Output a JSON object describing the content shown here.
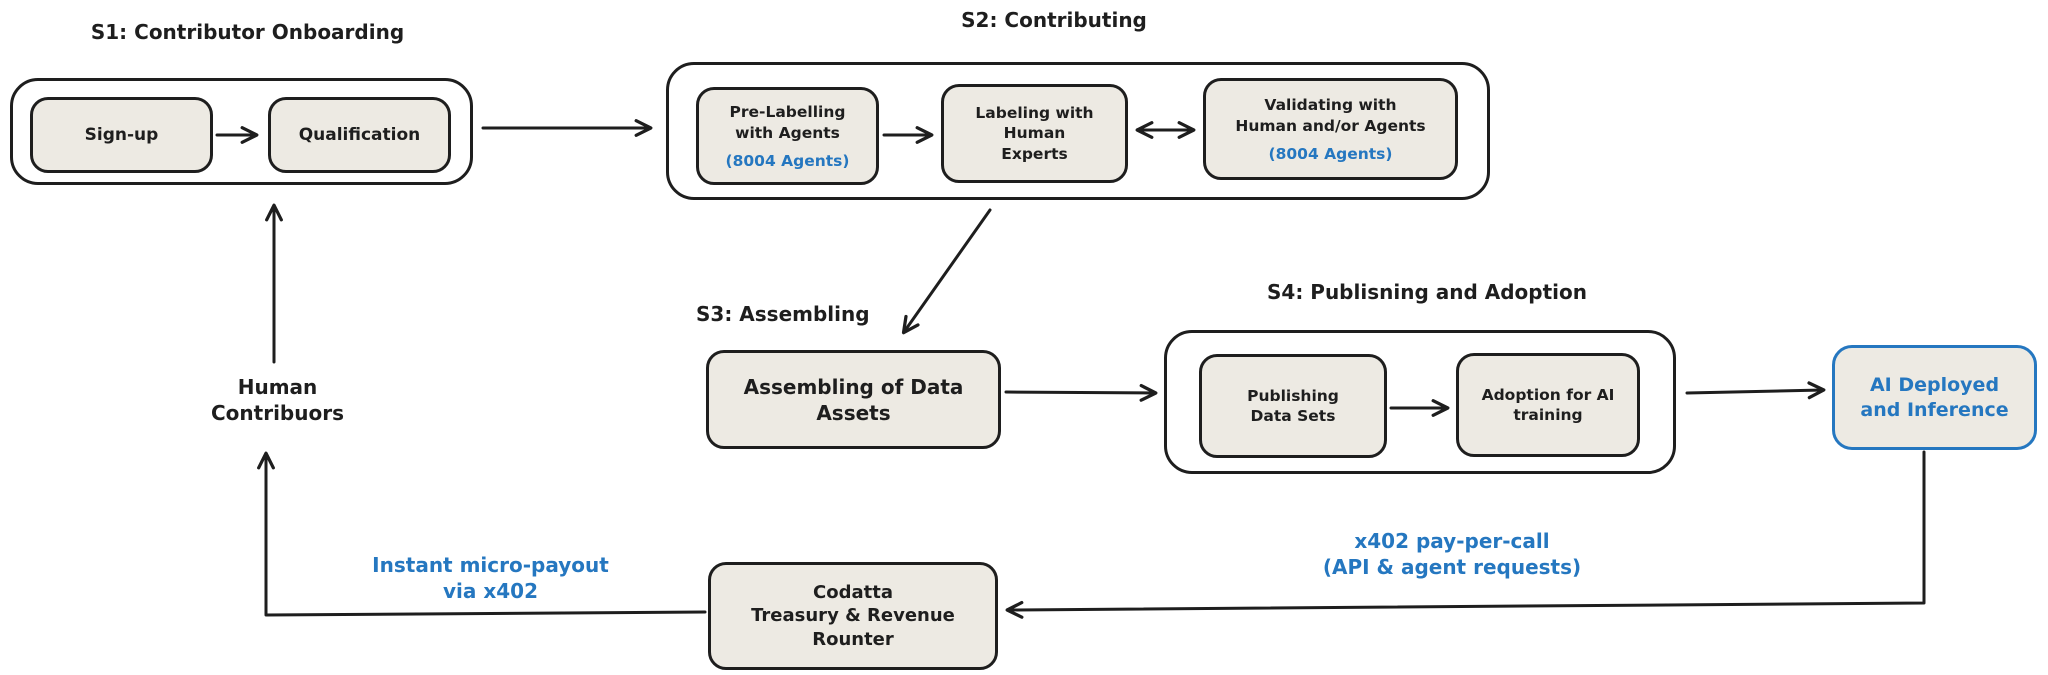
{
  "colors": {
    "ink": "#1e1e1e",
    "blue": "#2577c0",
    "box_fill": "#edeae3",
    "canvas_bg": "#ffffff"
  },
  "stages": {
    "s1": {
      "title": "S1: Contributor Onboarding",
      "signup": "Sign-up",
      "qualification": "Qualification"
    },
    "s2": {
      "title": "S2: Contributing",
      "prelabel": "Pre-Labelling\nwith Agents",
      "prelabel_sub": "(8004 Agents)",
      "labeling": "Labeling with Human\nExperts",
      "validating": "Validating with\nHuman and/or Agents",
      "validating_sub": "(8004 Agents)"
    },
    "s3": {
      "title": "S3: Assembling",
      "assembling": "Assembling of Data\nAssets"
    },
    "s4": {
      "title": "S4: Publisning and Adoption",
      "publishing": "Publishing\nData Sets",
      "adoption": "Adoption for AI\ntraining"
    }
  },
  "ai_deployed": {
    "label": "AI Deployed\nand Inference"
  },
  "treasury": {
    "label": "Codatta\nTreasury & Revenue\nRounter"
  },
  "human_contributors": {
    "label": "Human\nContribuors"
  },
  "annotations": {
    "micro_payout": "Instant micro-payout\nvia x402",
    "pay_per_call": "x402 pay-per-call\n(API & agent requests)"
  }
}
